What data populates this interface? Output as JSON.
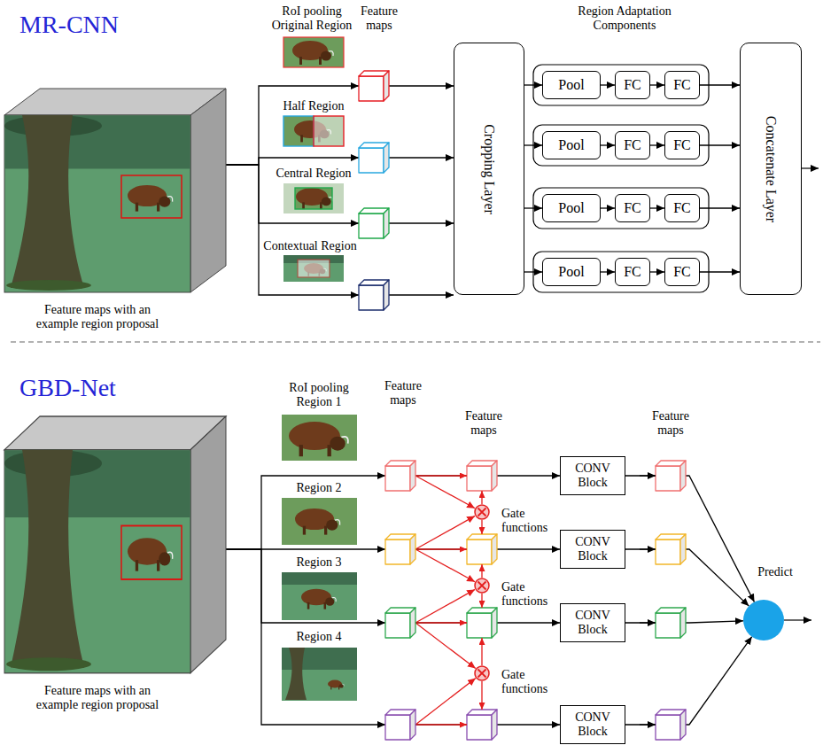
{
  "diagram": {
    "nodes": [
      {
        "text": [
          "Feature maps with an example region proposal"
        ]
      },
      {
        "text": [
          "RoI pooling Original Region"
        ]
      },
      {
        "text": [
          "Half Region"
        ]
      },
      {
        "text": [
          "Central Region"
        ]
      },
      {
        "text": [
          "Contextual Region"
        ]
      },
      {
        "text": [
          "Cropping Layer"
        ]
      },
      {
        "text": [
          "Pool"
        ]
      },
      {
        "text": [
          "FC"
        ]
      },
      {
        "text": [
          "FC"
        ]
      },
      {
        "text": [
          "Pool"
        ]
      },
      {
        "text": [
          "FC"
        ]
      },
      {
        "text": [
          "FC"
        ]
      },
      {
        "text": [
          "Pool"
        ]
      },
      {
        "text": [
          "FC"
        ]
      },
      {
        "text": [
          "FC"
        ]
      },
      {
        "text": [
          "Pool"
        ]
      },
      {
        "text": [
          "FC"
        ]
      },
      {
        "text": [
          "FC"
        ]
      },
      {
        "text": [
          "Concatenate Layer"
        ]
      },
      {
        "text": [
          "Feature maps with an example region proposal"
        ]
      },
      {
        "text": [
          "RoI pooling Region 1"
        ]
      },
      {
        "text": [
          "Region 2"
        ]
      },
      {
        "text": [
          "Region 3"
        ]
      },
      {
        "text": [
          "Region 4"
        ]
      },
      {
        "text": [
          "Gate functions"
        ]
      },
      {
        "text": [
          "Gate functions"
        ]
      },
      {
        "text": [
          "Gate functions"
        ]
      },
      {
        "text": [
          "CONV Block"
        ]
      },
      {
        "text": [
          "CONV Block"
        ]
      },
      {
        "text": [
          "CONV Block"
        ]
      },
      {
        "text": [
          "CONV Block"
        ]
      },
      {
        "text": [
          "Predict"
        ]
      }
    ],
    "edges": [
      {
        "from": 0,
        "to": 1,
        "arrow": "to"
      },
      {
        "from": 0,
        "to": 2,
        "arrow": "to"
      },
      {
        "from": 0,
        "to": 3,
        "arrow": "to"
      },
      {
        "from": 0,
        "to": 4,
        "arrow": "to"
      },
      {
        "from": 1,
        "to": 5,
        "arrow": "to"
      },
      {
        "from": 2,
        "to": 5,
        "arrow": "to"
      },
      {
        "from": 3,
        "to": 5,
        "arrow": "to"
      },
      {
        "from": 4,
        "to": 5,
        "arrow": "to"
      },
      {
        "from": 5,
        "to": 6,
        "arrow": "to"
      },
      {
        "from": 6,
        "to": 7,
        "arrow": "to"
      },
      {
        "from": 7,
        "to": 8,
        "arrow": "to"
      },
      {
        "from": 8,
        "to": 18,
        "arrow": "to"
      },
      {
        "from": 5,
        "to": 9,
        "arrow": "to"
      },
      {
        "from": 9,
        "to": 10,
        "arrow": "to"
      },
      {
        "from": 10,
        "to": 11,
        "arrow": "to"
      },
      {
        "from": 11,
        "to": 18,
        "arrow": "to"
      },
      {
        "from": 5,
        "to": 12,
        "arrow": "to"
      },
      {
        "from": 12,
        "to": 13,
        "arrow": "to"
      },
      {
        "from": 13,
        "to": 14,
        "arrow": "to"
      },
      {
        "from": 14,
        "to": 18,
        "arrow": "to"
      },
      {
        "from": 5,
        "to": 15,
        "arrow": "to"
      },
      {
        "from": 15,
        "to": 16,
        "arrow": "to"
      },
      {
        "from": 16,
        "to": 17,
        "arrow": "to"
      },
      {
        "from": 17,
        "to": 18,
        "arrow": "to"
      },
      {
        "from": 19,
        "to": 20,
        "arrow": "to"
      },
      {
        "from": 19,
        "to": 21,
        "arrow": "to"
      },
      {
        "from": 19,
        "to": 22,
        "arrow": "to"
      },
      {
        "from": 19,
        "to": 23,
        "arrow": "to"
      },
      {
        "from": 20,
        "to": 24,
        "arrow": "to"
      },
      {
        "from": 21,
        "to": 24,
        "arrow": "to"
      },
      {
        "from": 21,
        "to": 25,
        "arrow": "to"
      },
      {
        "from": 22,
        "to": 25,
        "arrow": "to"
      },
      {
        "from": 22,
        "to": 26,
        "arrow": "to"
      },
      {
        "from": 23,
        "to": 26,
        "arrow": "to"
      },
      {
        "from": 20,
        "to": 27,
        "arrow": "to"
      },
      {
        "from": 21,
        "to": 28,
        "arrow": "to"
      },
      {
        "from": 22,
        "to": 29,
        "arrow": "to"
      },
      {
        "from": 23,
        "to": 30,
        "arrow": "to"
      },
      {
        "from": 27,
        "to": 31,
        "arrow": "to"
      },
      {
        "from": 28,
        "to": 31,
        "arrow": "to"
      },
      {
        "from": 29,
        "to": 31,
        "arrow": "to"
      },
      {
        "from": 30,
        "to": 31,
        "arrow": "to"
      }
    ],
    "labels": [
      "MR-CNN",
      "Feature maps",
      "Region Adaptation Components",
      "GBD-Net",
      "Feature maps",
      "Feature maps",
      "Feature maps"
    ]
  }
}
